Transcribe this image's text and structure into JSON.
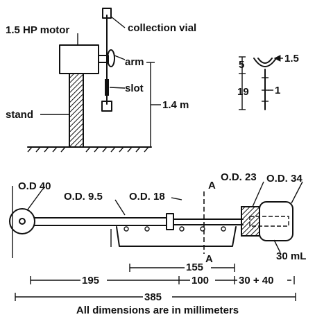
{
  "labels": {
    "motor": "1.5 HP motor",
    "collection_vial": "collection vial",
    "arm": "arm",
    "slot": "slot",
    "stand": "stand",
    "height": "1.4 m",
    "dim_5": "5",
    "dim_19": "19",
    "dim_1_5": "1.5",
    "dim_1": "1",
    "od40": "O.D 40",
    "od95": "O.D. 9.5",
    "od18": "O.D. 18",
    "section_a_top": "A",
    "section_a_bottom": "A",
    "od23": "O.D. 23",
    "od34": "O.D. 34",
    "vol30": "30 mL",
    "dim155": "155",
    "dim195": "195",
    "dim100": "100",
    "dim30_40": "30 + 40",
    "dim385": "385",
    "footnote": "All dimensions are in millimeters"
  }
}
